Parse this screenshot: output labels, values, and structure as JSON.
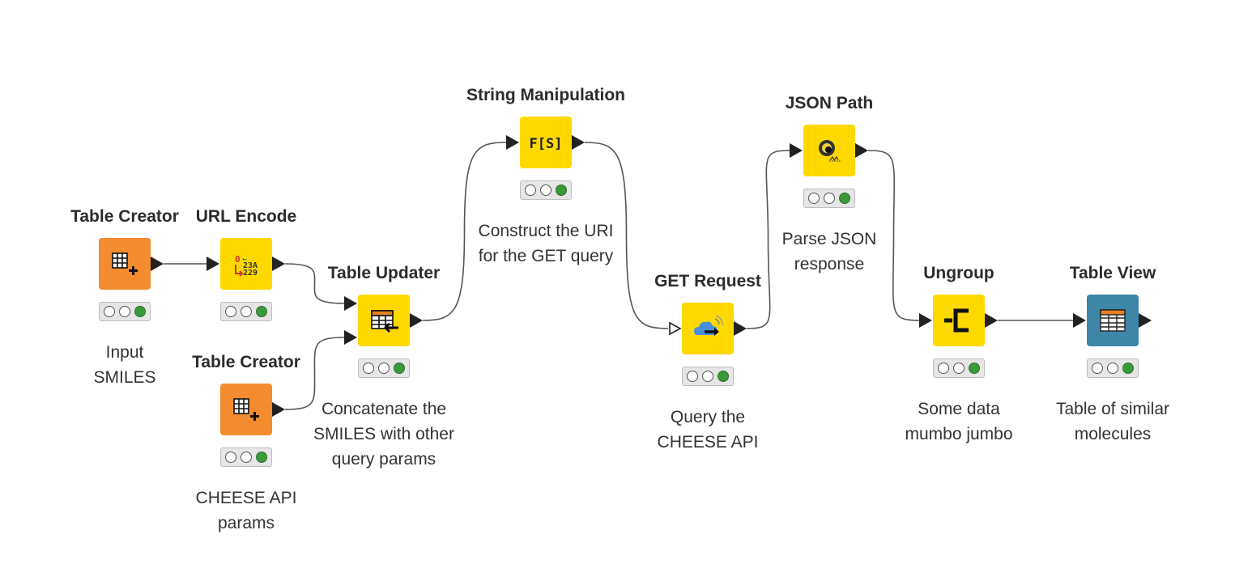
{
  "colors": {
    "orange": "#F28C2E",
    "yellow": "#FFD800",
    "teal": "#3E86A6",
    "status_green": "#3A9A3A",
    "connector": "#555555"
  },
  "nodes": [
    {
      "id": "table-creator-1",
      "title": "Table Creator",
      "color": "#F28C2E",
      "icon": "table-plus-icon",
      "description": "Input\nSMILES"
    },
    {
      "id": "url-encode",
      "title": "URL Encode",
      "color": "#FFD800",
      "icon": "url-encode-icon",
      "description": ""
    },
    {
      "id": "table-creator-2",
      "title": "Table Creator",
      "color": "#F28C2E",
      "icon": "table-plus-icon",
      "description": "CHEESE API\nparams"
    },
    {
      "id": "table-updater",
      "title": "Table Updater",
      "color": "#FFD800",
      "icon": "table-update-icon",
      "description": "Concatenate the\nSMILES with other\nquery params"
    },
    {
      "id": "string-manipulation",
      "title": "String Manipulation",
      "color": "#FFD800",
      "icon": "function-string-icon",
      "icon_text": "F[S]",
      "description": "Construct the URI\nfor the GET query"
    },
    {
      "id": "get-request",
      "title": "GET Request",
      "color": "#FFD800",
      "icon": "cloud-arrow-icon",
      "description": "Query the\nCHEESE API"
    },
    {
      "id": "json-path",
      "title": "JSON Path",
      "color": "#FFD800",
      "icon": "json-path-icon",
      "description": "Parse JSON\nresponse"
    },
    {
      "id": "ungroup",
      "title": "Ungroup",
      "color": "#FFD800",
      "icon": "ungroup-icon",
      "description": "Some data\nmumbo jumbo"
    },
    {
      "id": "table-view",
      "title": "Table View",
      "color": "#3E86A6",
      "icon": "table-grid-icon",
      "description": "Table of similar\nmolecules"
    }
  ],
  "connections": [
    {
      "from": "table-creator-1",
      "to": "url-encode"
    },
    {
      "from": "url-encode",
      "to": "table-updater"
    },
    {
      "from": "table-creator-2",
      "to": "table-updater"
    },
    {
      "from": "table-updater",
      "to": "string-manipulation"
    },
    {
      "from": "string-manipulation",
      "to": "get-request"
    },
    {
      "from": "get-request",
      "to": "json-path"
    },
    {
      "from": "json-path",
      "to": "ungroup"
    },
    {
      "from": "ungroup",
      "to": "table-view"
    }
  ]
}
